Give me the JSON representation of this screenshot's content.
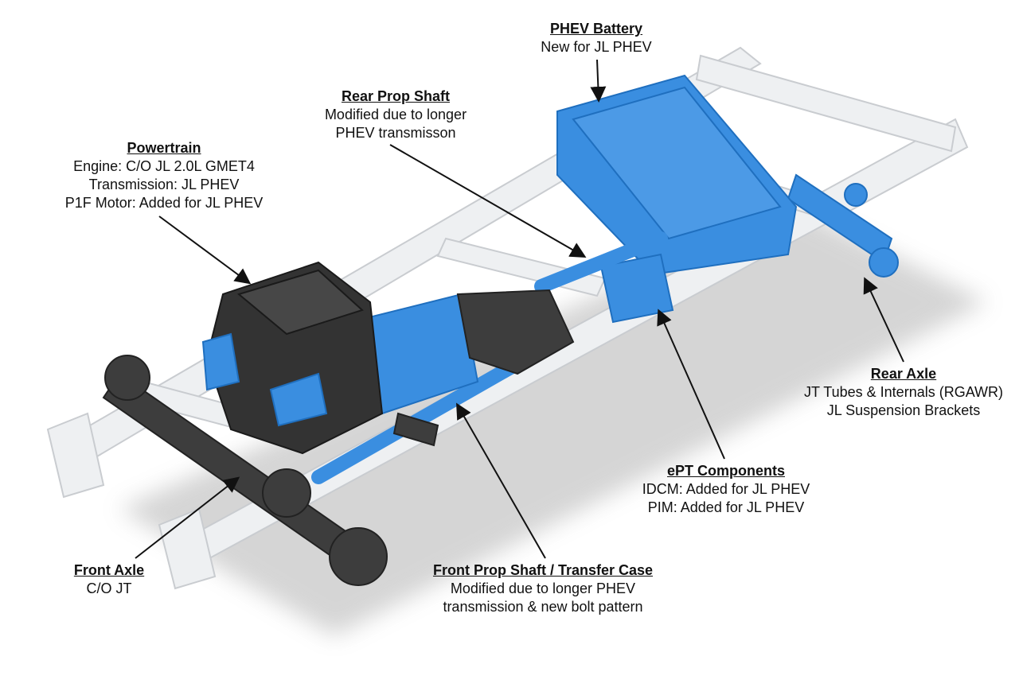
{
  "callouts": {
    "phev_battery": {
      "title": "PHEV Battery",
      "lines": [
        "New for JL PHEV"
      ]
    },
    "rear_prop_shaft": {
      "title": "Rear Prop Shaft",
      "lines": [
        "Modified due to longer",
        "PHEV transmisson"
      ]
    },
    "powertrain": {
      "title": "Powertrain",
      "lines": [
        "Engine: C/O JL 2.0L GMET4",
        "Transmission: JL PHEV",
        "P1F Motor: Added for JL PHEV"
      ]
    },
    "rear_axle": {
      "title": "Rear Axle",
      "lines": [
        "JT Tubes & Internals (RGAWR)",
        "JL Suspension Brackets"
      ]
    },
    "ept_components": {
      "title": "ePT Components",
      "lines": [
        "IDCM: Added for JL PHEV",
        "PIM: Added for JL PHEV"
      ]
    },
    "front_axle": {
      "title": "Front Axle",
      "lines": [
        "C/O JT"
      ]
    },
    "front_prop_shaft": {
      "title": "Front Prop Shaft / Transfer Case",
      "lines": [
        "Modified due to longer PHEV",
        "transmission & new bolt pattern"
      ]
    }
  },
  "colors": {
    "new_parts": "#3a8ee0",
    "carryover_parts": "#3a3a3a",
    "frame": "#e6e8ea"
  }
}
